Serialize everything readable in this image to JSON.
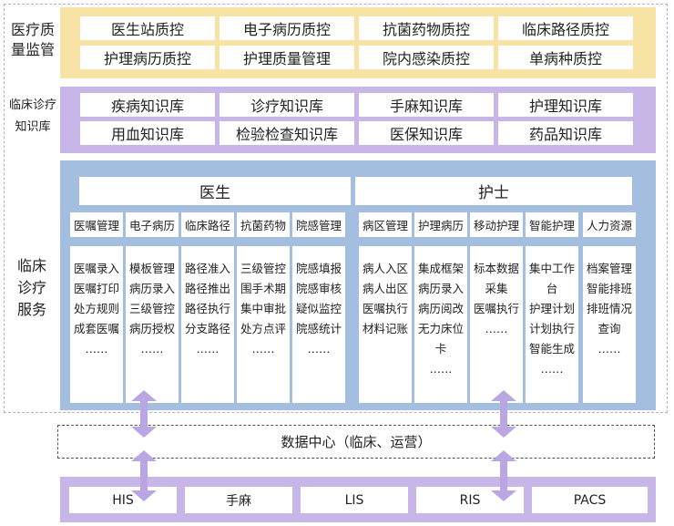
{
  "quality": {
    "label": "医疗质量监管",
    "label_lines": [
      "医疗质",
      "量监管"
    ],
    "items": [
      "医生站质控",
      "电子病历质控",
      "抗菌药物质控",
      "临床路径质控",
      "护理病历质控",
      "护理质量管理",
      "院内感染质控",
      "单病种质控"
    ]
  },
  "knowledge": {
    "label_lines": [
      "临床诊疗",
      "知识库"
    ],
    "items": [
      "疾病知识库",
      "诊疗知识库",
      "手麻知识库",
      "护理知识库",
      "用血知识库",
      "检验检查知识库",
      "医保知识库",
      "药品知识库"
    ]
  },
  "clinical": {
    "label_lines": [
      "临床",
      "诊疗",
      "服务"
    ],
    "doctor_label": "医生",
    "nurse_label": "护士",
    "modules": [
      {
        "title": "医嘱管理",
        "lines": [
          "医嘱录入",
          "医嘱打印",
          "处方规则",
          "成套医嘱",
          "……"
        ]
      },
      {
        "title": "电子病历",
        "lines": [
          "模板管理",
          "病历录入",
          "三级管控",
          "病历授权",
          "……"
        ]
      },
      {
        "title": "临床路径",
        "lines": [
          "路径准入",
          "路径推出",
          "路径执行",
          "分支路径",
          "……"
        ]
      },
      {
        "title": "抗菌药物",
        "lines": [
          "三级管控",
          "围手术期",
          "集中审批",
          "处方点评",
          "……"
        ]
      },
      {
        "title": "院感管理",
        "lines": [
          "院感填报",
          "院感审核",
          "疑似监控",
          "院感统计",
          "……"
        ]
      },
      {
        "title": "病区管理",
        "lines": [
          "病人入区",
          "病人出区",
          "医嘱执行",
          "材料记账"
        ]
      },
      {
        "title": "护理病历",
        "lines": [
          "集成框架",
          "病历录入",
          "病历阅改",
          "无力床位",
          "卡",
          "……"
        ]
      },
      {
        "title": "移动护理",
        "lines": [
          "标本数据",
          "采集",
          "医嘱执行",
          "……"
        ]
      },
      {
        "title": "智能护理",
        "lines": [
          "集中工作",
          "台",
          "护理计划",
          "计划执行",
          "智能生成",
          "……"
        ]
      },
      {
        "title": "人力资源",
        "lines": [
          "档案管理",
          "智能排班",
          "排班情况",
          "查询",
          "……"
        ]
      }
    ]
  },
  "data_center": "数据中心（临床、运营）",
  "systems": [
    "HIS",
    "手麻",
    "LIS",
    "RIS",
    "PACS"
  ],
  "colors": {
    "quality": "#f7e3a3",
    "knowledge": "#c8b6e8",
    "clinical": "#a4bedf",
    "arrow": "#b9a6e3"
  }
}
